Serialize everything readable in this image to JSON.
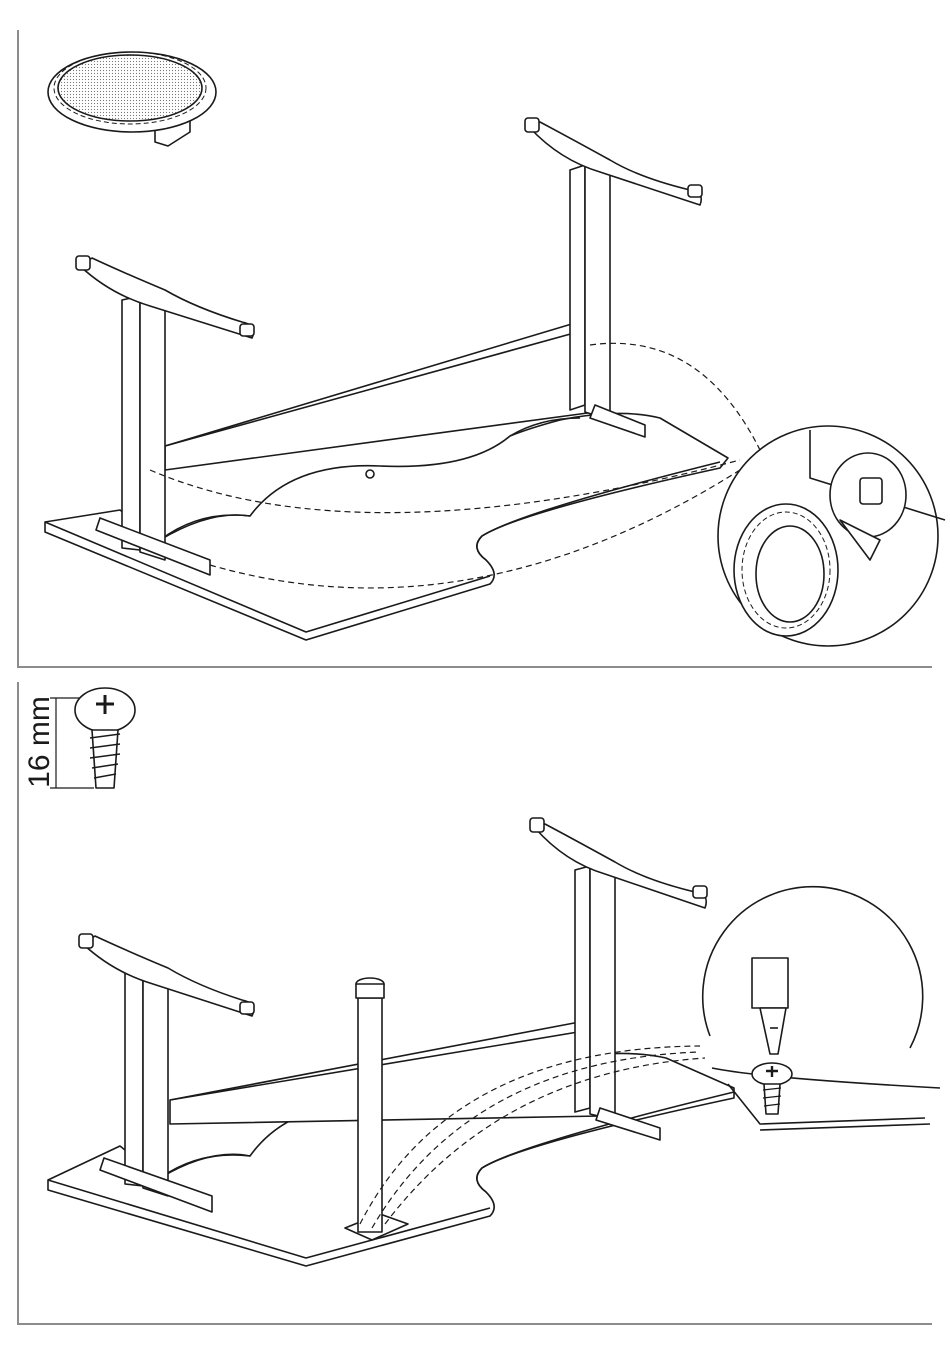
{
  "panels": [
    {
      "id": "step-cap",
      "parts": [
        "desk-top-underside",
        "leg-frame-left",
        "leg-frame-right",
        "crossbar",
        "cover-cap",
        "detail-magnifier"
      ]
    },
    {
      "id": "step-screw",
      "parts": [
        "desk-top-underside",
        "leg-frame-left",
        "leg-frame-right",
        "crossbar",
        "center-support-leg",
        "screw",
        "screwdriver",
        "detail-magnifier"
      ]
    }
  ],
  "fastener": {
    "length_label": "16 mm",
    "icon": "phillips-screw-icon"
  },
  "colors": {
    "line": "#1a1a1a",
    "frame": "#8c8c8c",
    "fill": "#ffffff",
    "mesh": "#c8c8c8"
  }
}
